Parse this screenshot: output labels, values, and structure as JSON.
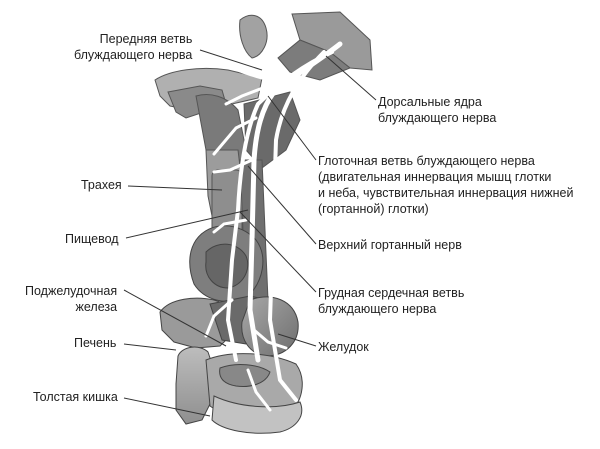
{
  "labels": {
    "anterior_branch": "Передняя ветвь\nблуждающего нерва",
    "dorsal_nuclei": "Дорсальные ядра\nблуждающего нерва",
    "pharyngeal_branch": "Глоточная ветвь блуждающего нерва\n(двигательная иннервация мышц глотки\nи неба, чувствительная иннервация нижней\n(гортанной) глотки)",
    "trachea": "Трахея",
    "esophagus": "Пищевод",
    "superior_laryngeal": "Верхний гортанный нерв",
    "thoracic_cardiac": "Грудная сердечная ветвь\nблуждающего нерва",
    "pancreas": "Поджелудочная\nжелеза",
    "liver": "Печень",
    "stomach": "Желудок",
    "colon": "Толстая кишка"
  },
  "colors": {
    "organ_dark": "#5a5a5a",
    "organ_mid": "#8c8c8c",
    "organ_light": "#b9b9b9",
    "nerve": "#ffffff",
    "leader": "#333333",
    "text": "#222222"
  }
}
